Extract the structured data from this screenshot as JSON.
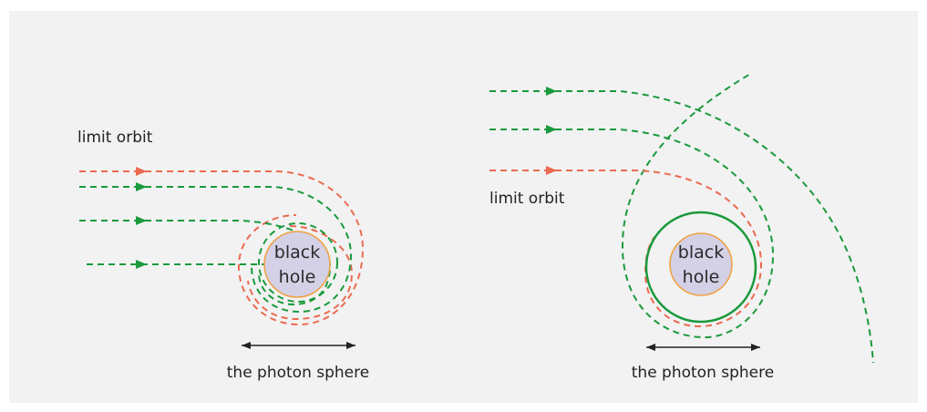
{
  "colors": {
    "background": "#ffffff",
    "panel": "#f2f2f2",
    "green_path": "#1a9a3c",
    "red_path": "#ec6a50",
    "black_hole_fill": "#d4d0e6",
    "black_hole_edge": "#f0a040",
    "photon_sphere_solid": "#1a9a3c",
    "measure_arrow": "#222222"
  },
  "left_diagram": {
    "limit_orbit_label": "limit orbit",
    "black_hole_label_line1": "black",
    "black_hole_label_line2": "hole",
    "photon_sphere_label": "the photon sphere"
  },
  "right_diagram": {
    "limit_orbit_label": "limit orbit",
    "black_hole_label_line1": "black",
    "black_hole_label_line2": "hole",
    "photon_sphere_label": "the photon sphere"
  }
}
